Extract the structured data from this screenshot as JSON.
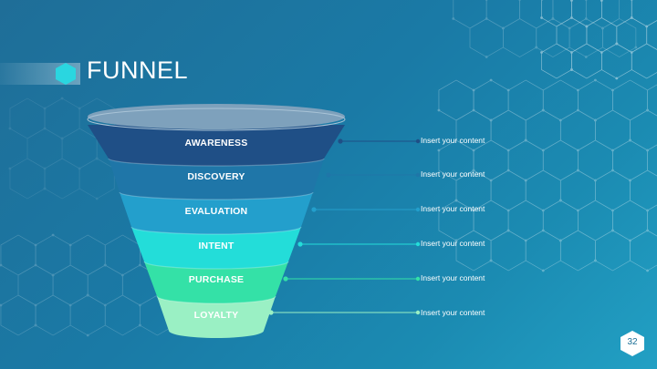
{
  "title": "FUNNEL",
  "stages": [
    {
      "label": "AWARENESS",
      "detail": "Insert your content",
      "color": "#1f4f86"
    },
    {
      "label": "DISCOVERY",
      "detail": "Insert your content",
      "color": "#1f76a8"
    },
    {
      "label": "EVALUATION",
      "detail": "Insert your content",
      "color": "#239fcc"
    },
    {
      "label": "INTENT",
      "detail": "Insert your content",
      "color": "#23ddd9"
    },
    {
      "label": "PURCHASE",
      "detail": "Insert your content",
      "color": "#34e1a7"
    },
    {
      "label": "LOYALTY",
      "detail": "Insert your content",
      "color": "#9af0c4"
    }
  ],
  "page_number": "32",
  "accent": "#2ad6e0"
}
